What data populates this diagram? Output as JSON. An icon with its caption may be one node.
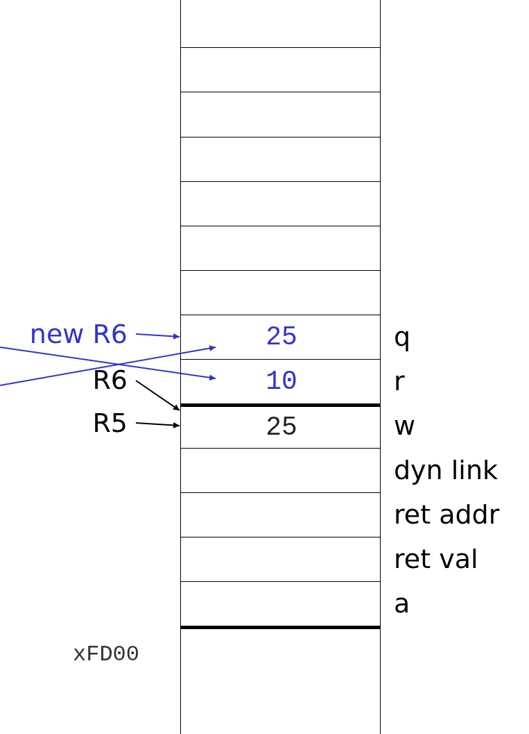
{
  "diagram": {
    "nodes": [
      {
        "text": [],
        "shape": "box"
      },
      {
        "text": [],
        "shape": "box"
      },
      {
        "text": [],
        "shape": "box"
      },
      {
        "text": [],
        "shape": "box"
      },
      {
        "text": [],
        "shape": "box"
      },
      {
        "text": [],
        "shape": "box"
      },
      {
        "text": [],
        "shape": "box"
      },
      {
        "text": [],
        "shape": "box",
        "beside": [
          "q"
        ]
      },
      {
        "text": [
          "25"
        ],
        "in": 7
      },
      {
        "text": [],
        "shape": "box",
        "beside": [
          "r"
        ]
      },
      {
        "text": [
          "10"
        ],
        "in": 9
      },
      {
        "text": [],
        "shape": "box",
        "beside": [
          "w"
        ]
      },
      {
        "text": [
          "25"
        ],
        "in": 11
      },
      {
        "text": [],
        "shape": "box",
        "beside": [
          "dyn link"
        ]
      },
      {
        "text": [],
        "shape": "box",
        "beside": [
          "ret addr"
        ]
      },
      {
        "text": [],
        "shape": "box",
        "beside": [
          "ret val"
        ]
      },
      {
        "text": [],
        "shape": "box",
        "beside": [
          "a"
        ]
      },
      {
        "text": [],
        "shape": "box"
      },
      {
        "text": [
          "new R6"
        ]
      },
      {
        "text": [
          "R6"
        ]
      },
      {
        "text": [
          "R5"
        ]
      }
    ],
    "edges": [
      {
        "from": 18,
        "to": 7,
        "arrow": "to",
        "color": "#3333cc"
      },
      {
        "from": 19,
        "to": 11,
        "arrow": "to",
        "color": "#000000"
      },
      {
        "from": 20,
        "to": 11,
        "arrow": "to",
        "color": "#000000"
      },
      {
        "from": null,
        "to": 10,
        "arrow": "to",
        "color": "#3333cc"
      },
      {
        "from": null,
        "to": 8,
        "arrow": "to",
        "color": "#3333cc"
      }
    ],
    "labels": [
      "xFD00"
    ]
  }
}
